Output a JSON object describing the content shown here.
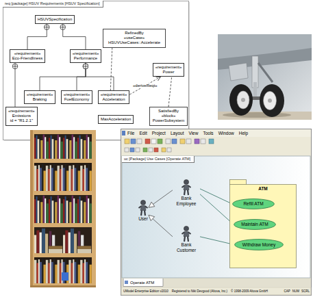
{
  "diagram": {
    "nodes": [
      {
        "text": [
          "req [package] HSUV Requirements [HSUV Specification]"
        ]
      },
      {
        "text": [
          "HSUVSpecification"
        ],
        "in": 0
      },
      {
        "text": [
          "«requirement»",
          "Eco-Friendliness"
        ],
        "in": 0
      },
      {
        "text": [
          "«requirement»",
          "Performance"
        ],
        "in": 0
      },
      {
        "text": [
          "RefinedBy",
          "«useCase» HSUVUseCases::Accelerate"
        ],
        "in": 0
      },
      {
        "text": [
          "«requirement»",
          "Power"
        ],
        "in": 0
      },
      {
        "text": [
          "«requirement»",
          "Braking"
        ],
        "in": 0
      },
      {
        "text": [
          "«requirement»",
          "FuelEconomy"
        ],
        "in": 0
      },
      {
        "text": [
          "«requirement»",
          "Acceleration"
        ],
        "in": 0
      },
      {
        "text": [
          "«requirement»",
          "Emissions",
          "id = \"R1.2.1\""
        ],
        "in": 0
      },
      {
        "text": [
          "MaxAcceleration"
        ],
        "in": 0
      },
      {
        "text": [
          "SatisfiedBy",
          "«block» PowerSubsystem"
        ],
        "in": 0
      },
      {
        "text": [
          "uc [Package] Use Cases [Operate ATM]"
        ]
      },
      {
        "text": [
          "ATM"
        ],
        "in": 12
      },
      {
        "text": [
          "Refill ATM"
        ],
        "in": 13
      },
      {
        "text": [
          "Maintain ATM"
        ],
        "in": 13
      },
      {
        "text": [
          "Withdraw Money"
        ],
        "in": 13
      },
      {
        "text": [
          "Bank Employee"
        ],
        "in": 12
      },
      {
        "text": [
          "User"
        ],
        "in": 12
      },
      {
        "text": [
          "Bank Customer"
        ],
        "in": 12
      }
    ],
    "edges": [
      {
        "from": 2,
        "to": 1,
        "arrow": "to"
      },
      {
        "from": 3,
        "to": 1,
        "arrow": "to"
      },
      {
        "from": 6,
        "to": 3,
        "arrow": "to"
      },
      {
        "from": 7,
        "to": 3,
        "arrow": "to"
      },
      {
        "from": 8,
        "to": 3,
        "arrow": "to"
      },
      {
        "from": 9,
        "to": 2,
        "arrow": "to"
      },
      {
        "from": 8,
        "to": 5,
        "label": "«deriveReqt»",
        "arrow": "to"
      },
      {
        "from": 4,
        "to": 8,
        "arrow": "none"
      },
      {
        "from": 11,
        "to": 5,
        "arrow": "none"
      },
      {
        "from": 17,
        "to": 14,
        "arrow": "none"
      },
      {
        "from": 17,
        "to": 15,
        "arrow": "none"
      },
      {
        "from": 19,
        "to": 16,
        "arrow": "none"
      },
      {
        "from": 17,
        "to": 18,
        "arrow": "to"
      },
      {
        "from": 19,
        "to": 18,
        "arrow": "to"
      }
    ],
    "labels": [
      "File",
      "Edit",
      "Project",
      "Layout",
      "View",
      "Tools",
      "Window",
      "Help",
      "Operate ATM",
      "UModel Enterprise Edition v2010",
      "Registered to Niki Devgood (Altova, Inc.)",
      "© 1998-2009 Altova GmbH",
      "CAP",
      "NUM",
      "SCRL"
    ]
  }
}
